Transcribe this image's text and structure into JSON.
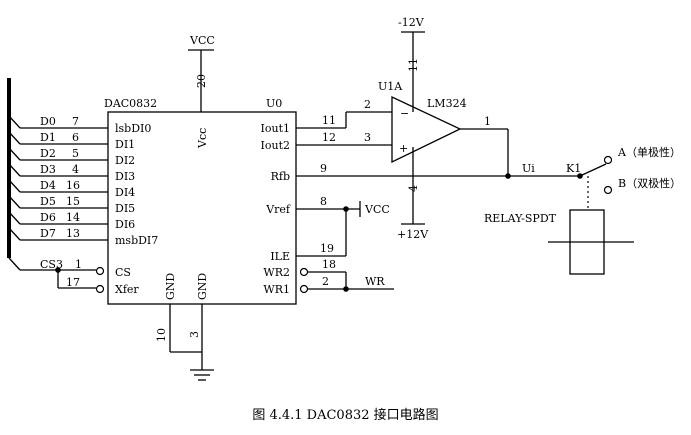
{
  "chip": {
    "name": "DAC0832",
    "ref": "U0",
    "left_pins": [
      "lsbDI0",
      "DI1",
      "DI2",
      "DI3",
      "DI4",
      "DI5",
      "DI6",
      "msbDI7"
    ],
    "left_pin_numbers": [
      "7",
      "6",
      "5",
      "4",
      "16",
      "15",
      "14",
      "13"
    ],
    "cs_pin": "CS",
    "cs_num": "1",
    "xfer_pin": "Xfer",
    "xfer_num": "17",
    "vcc_pin": "Vcc",
    "vcc_num": "20",
    "gnd1_pin": "GND",
    "gnd1_num": "10",
    "gnd2_pin": "GND",
    "gnd2_num": "3",
    "right_pins": [
      "Iout1",
      "Iout2",
      "Rfb",
      "Vref",
      "ILE",
      "WR2",
      "WR1"
    ],
    "right_pin_numbers": [
      "11",
      "12",
      "9",
      "8",
      "19",
      "18",
      "2"
    ]
  },
  "bus": {
    "data_labels": [
      "D0",
      "D1",
      "D2",
      "D3",
      "D4",
      "D5",
      "D6",
      "D7"
    ],
    "cs_label": "CS3"
  },
  "opamp": {
    "ref": "U1A",
    "name": "LM324",
    "pin_minus": "2",
    "pin_plus": "3",
    "pin_out": "1",
    "pin_vneg": "11",
    "pin_vpos": "4",
    "minus_sign": "−",
    "plus_sign": "+",
    "neg_supply": "-12V",
    "pos_supply": "+12V"
  },
  "power": {
    "vcc_top": "VCC",
    "vref_vcc": "VCC",
    "wr_label": "WR"
  },
  "relay": {
    "ui_label": "Ui",
    "k_label": "K1",
    "name": "RELAY-SPDT",
    "output_a": "A（单极性）",
    "output_b": "B（双极性）"
  },
  "caption": "图 4.4.1 DAC0832 接口电路图"
}
